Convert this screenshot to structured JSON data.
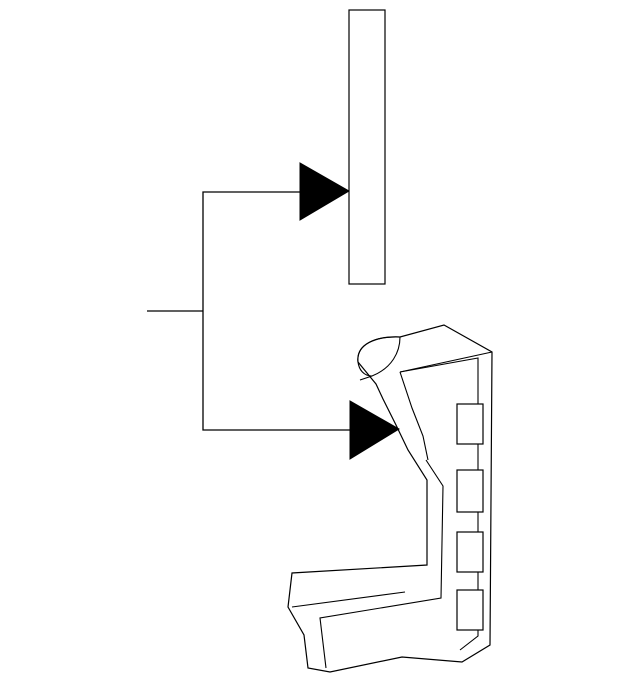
{
  "diagram": {
    "colors": {
      "line": "#000000",
      "background": "#ffffff",
      "arrowhead": "#000000"
    },
    "parts": {
      "upper_target": "strip",
      "lower_target": "bracket-with-four-slots",
      "slot_count": 4
    },
    "icons": [
      "arrowhead-icon",
      "arrowhead-icon"
    ]
  }
}
